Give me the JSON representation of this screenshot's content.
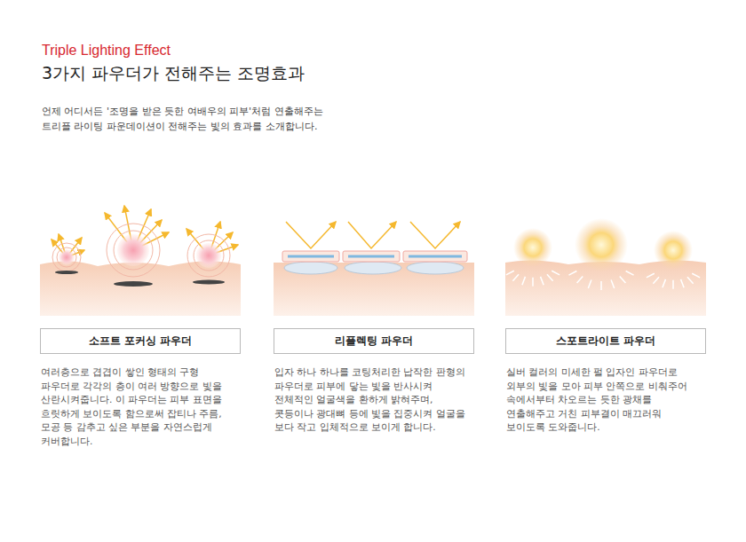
{
  "diagram": {
    "title": "Triple Lighting Effect",
    "nodes": [
      {
        "text": [
          "소프트 포커싱 파우더",
          "여러층으로 겹겹이 쌓인 형태의 구형 파우더로 각각의 층이 여러 방향으로 빛을 산란시켜줍니다. 이 파우더는 피부 표면을 흐릿하게 보이도록 함으로써 잡티나 주름, 모공 등 감추고 싶은 부분을 자연스럽게 커버합니다."
        ]
      },
      {
        "text": [
          "리플렉팅 파우더",
          "입자 하나 하나를 코팅처리한 납작한 판형의 파우더로 피부에 닿는 빛을 반사시켜 전체적인 얼굴색을 환하게 밝혀주며, 콧등이나 광대뼈 등에 빛을 집중시켜 얼굴을 보다 작고 입체적으로 보이게 합니다."
        ]
      },
      {
        "text": [
          "스포트라이트 파우더",
          "실버 컬러의 미세한 펄 입자인 파우더로 외부의 빛을 모아 피부 안쪽으로 비춰주어 속에서부터 차오르는 듯한 광채를 연출해주고 거친 피부결이 매끄러워 보이도록 도와줍니다."
        ]
      }
    ],
    "labels": [
      "3가지 파우더가 전해주는 조명효과",
      "언제 어디서든 '조명을 받은 듯한 여배우의 피부'처럼 연출해주는 트리플 라이팅 파운데이션이 전해주는 빛의 효과를 소개합니다."
    ]
  }
}
